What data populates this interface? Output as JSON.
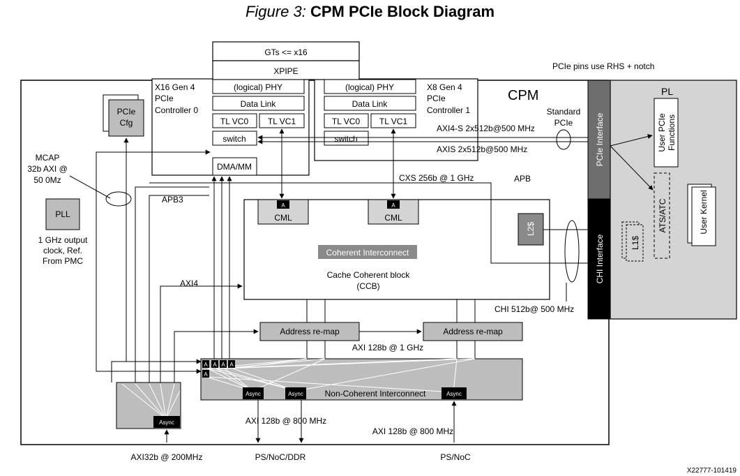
{
  "title": {
    "figure": "Figure 3:",
    "name": "CPM PCIe Block Diagram"
  },
  "labels": {
    "pcie_pins": "PCIe pins use RHS + notch",
    "gts": "GTs <= x16",
    "xpipe": "XPIPE",
    "cpm": "CPM",
    "pl": "PL",
    "phy0": "(logical) PHY",
    "phy1": "(logical) PHY",
    "dl0": "Data Link",
    "dl1": "Data Link",
    "tlvc0_a": "TL VC0",
    "tlvc1_a": "TL VC1",
    "tlvc0_b": "TL VC0",
    "tlvc1_b": "TL VC1",
    "switch0": "switch",
    "switch1": "switch",
    "ctrl0_l1": "X16 Gen 4",
    "ctrl0_l2": "PCIe",
    "ctrl0_l3": "Controller 0",
    "ctrl1_l1": "X8 Gen 4",
    "ctrl1_l2": "PCIe",
    "ctrl1_l3": "Controller 1",
    "dma": "DMA/MM",
    "pcie_cfg_1": "PCIe",
    "pcie_cfg_2": "Cfg",
    "pll": "PLL",
    "mcap_1": "MCAP",
    "mcap_2": "32b AXI @",
    "mcap_3": "50 0Mz",
    "clk_1": "1 GHz output",
    "clk_2": "clock, Ref.",
    "clk_3": "From PMC",
    "apb3": "APB3",
    "apb": "APB",
    "axi4": "AXI4",
    "cxs": "CXS 256b @ 1 GHz",
    "axi4s": "AXI4-S 2x512b@500 MHz",
    "axis": "AXIS 2x512b@500 MHz",
    "std_pcie_1": "Standard",
    "std_pcie_2": "PCIe",
    "pcie_interface": "PCIe Interface",
    "chi_interface": "CHI Interface",
    "user_pcie_1": "User PCIe",
    "user_pcie_2": "Functions",
    "ats": "ATS/ATC",
    "user_kernel": "User Kernel",
    "l1": "L1$",
    "l2": "L2$",
    "cml1": "CML",
    "cml2": "CML",
    "a": "A",
    "coherent_ic": "Coherent Interconnect",
    "ccb_1": "Cache Coherent block",
    "ccb_2": "(CCB)",
    "chi512": "CHI 512b@ 500 MHz",
    "remap1": "Address re-map",
    "remap2": "Address re-map",
    "axi128_1g": "AXI 128b @ 1 GHz",
    "nci": "Non-Coherent Interconnect",
    "async": "Async",
    "axi128_800_a": "AXI 128b @ 800 MHz",
    "axi128_800_b": "AXI 128b @ 800 MHz",
    "axi32": "AXI32b @ 200MHz",
    "psnoc_ddr": "PS/NoC/DDR",
    "psnoc": "PS/NoC",
    "fig_id": "X22777-101419"
  }
}
